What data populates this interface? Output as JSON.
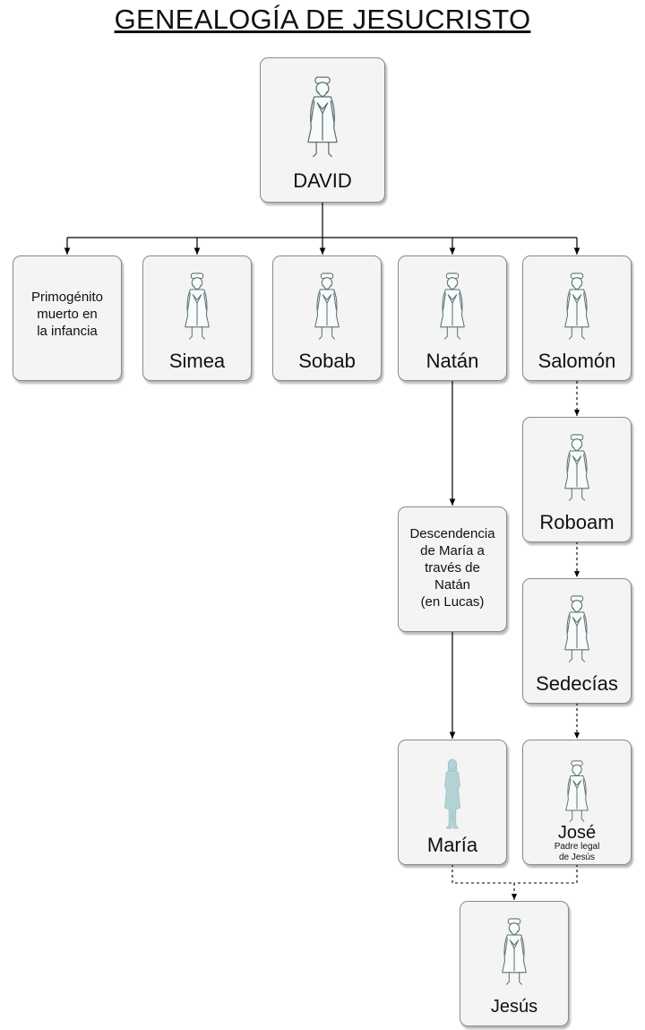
{
  "title": "GENEALOGÍA DE JESUCRISTO",
  "nodes": {
    "david": {
      "name": "DAVID",
      "icon": "patriarch-figure-icon"
    },
    "primogenito": {
      "note_lines": [
        "Primogénito",
        "muerto en",
        "la infancia"
      ]
    },
    "simea": {
      "name": "Simea",
      "icon": "patriarch-figure-icon"
    },
    "sobab": {
      "name": "Sobab",
      "icon": "patriarch-figure-icon"
    },
    "natan": {
      "name": "Natán",
      "icon": "patriarch-figure-icon"
    },
    "salomon": {
      "name": "Salomón",
      "icon": "patriarch-figure-icon"
    },
    "roboam": {
      "name": "Roboam",
      "icon": "patriarch-figure-icon"
    },
    "sedecias": {
      "name": "Sedecías",
      "icon": "patriarch-figure-icon"
    },
    "descendencia": {
      "note_lines": [
        "Descendencia",
        "de María a",
        "través de",
        "Natán",
        "(en Lucas)"
      ]
    },
    "maria": {
      "name": "María",
      "icon": "woman-figure-icon"
    },
    "jose": {
      "name": "José",
      "subtitle_lines": [
        "Padre legal",
        "de Jesús"
      ],
      "icon": "patriarch-figure-icon"
    },
    "jesus": {
      "name": "Jesús",
      "icon": "patriarch-figure-icon"
    }
  },
  "colors": {
    "box_fill": "#f4f4f4",
    "box_border": "#8a8a8a",
    "figure_male": "#5f7272",
    "figure_female": "#b3d2d6"
  }
}
